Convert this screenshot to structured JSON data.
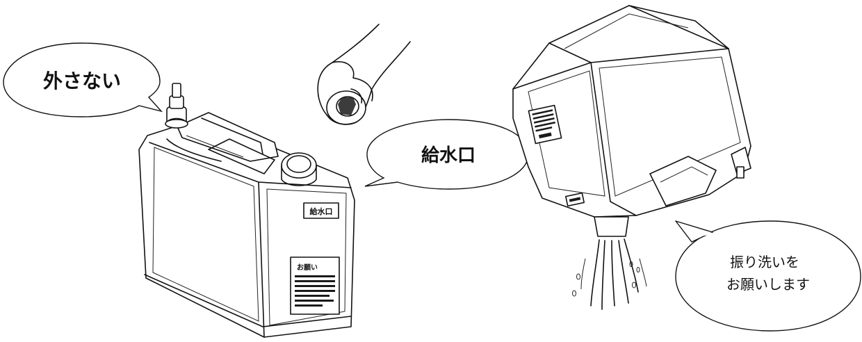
{
  "callouts": {
    "do_not_remove": "外さない",
    "water_inlet": "給水口",
    "rinse_line1": "振り洗いを",
    "rinse_line2": "お願いします"
  },
  "tank_labels": {
    "inlet_label": "給水口",
    "request_title": "お願い"
  }
}
